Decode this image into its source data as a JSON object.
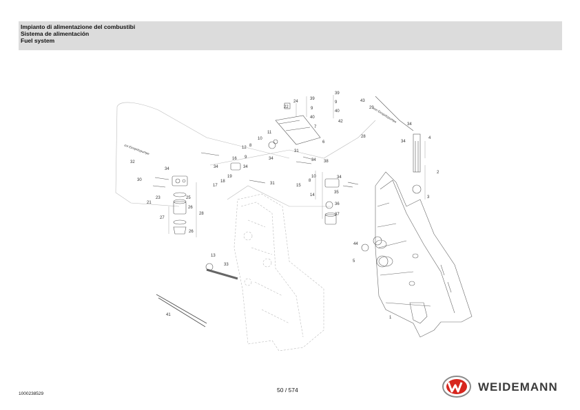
{
  "header": {
    "line1": "Impianto di alimentazione del combustibi",
    "line2": "Sistema de alimentación",
    "line3": "Fuel system"
  },
  "document_number": "1000238529",
  "page_indicator": "50 / 574",
  "brand": {
    "name": "WEIDEMANN",
    "color": "#d7261e"
  },
  "diagram": {
    "callouts": [
      "1",
      "2",
      "3",
      "4",
      "5",
      "6",
      "7",
      "8",
      "9",
      "10",
      "11",
      "12",
      "13",
      "14",
      "15",
      "16",
      "17",
      "18",
      "19",
      "20",
      "21",
      "22",
      "23",
      "24",
      "25",
      "26",
      "27",
      "28",
      "29",
      "30",
      "31",
      "32",
      "33",
      "34",
      "35",
      "36",
      "37",
      "38",
      "39",
      "40",
      "41",
      "42",
      "43",
      "44"
    ],
    "rotated_labels": [
      "zur Einspritzpumpe",
      "von Einspritzpumpe"
    ]
  }
}
